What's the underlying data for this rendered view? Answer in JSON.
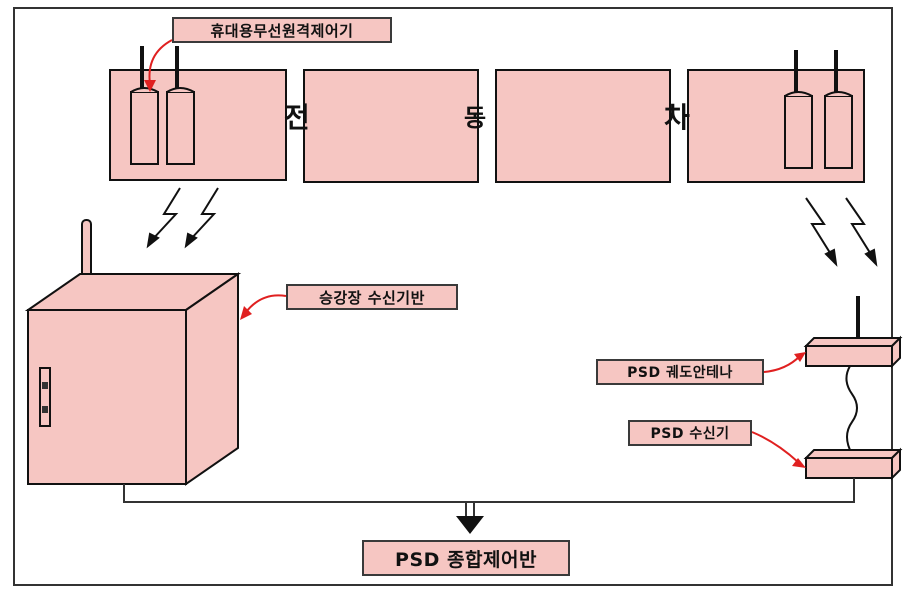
{
  "labels": {
    "remote": "휴대용무선원격제어기",
    "platform_receiver": "승강장 수신기반",
    "track_antenna": "PSD 궤도안테나",
    "psd_receiver": "PSD 수신기",
    "control_panel": "PSD 종합제어반"
  },
  "train_text": [
    "전",
    "동",
    "차"
  ],
  "colors": {
    "fill": "#f6c6c2",
    "stroke": "#111111",
    "arrow_red": "#e02020",
    "line": "#333333"
  }
}
